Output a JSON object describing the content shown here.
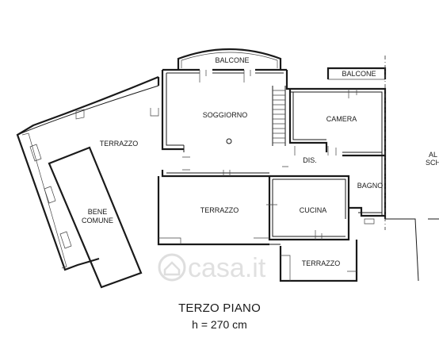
{
  "floor": {
    "title": "TERZO PIANO",
    "ceiling_height": "h = 270 cm"
  },
  "rooms": {
    "balcone_top": "BALCONE",
    "balcone_right": "BALCONE",
    "soggiorno": "SOGGIORNO",
    "camera": "CAMERA",
    "terrazzo_left": "TERRAZZO",
    "dis": "DIS.",
    "bagno": "BAGNO",
    "bene_comune_line1": "BENE",
    "bene_comune_line2": "COMUNE",
    "terrazzo_center": "TERRAZZO",
    "cucina": "CUCINA",
    "terrazzo_bottom": "TERRAZZO",
    "other_line1": "AL",
    "other_line2": "SCH"
  },
  "watermark": {
    "text": "casa.it"
  },
  "colors": {
    "ink": "#1a1a1a",
    "watermark": "#c8c8c8",
    "background": "#ffffff"
  }
}
